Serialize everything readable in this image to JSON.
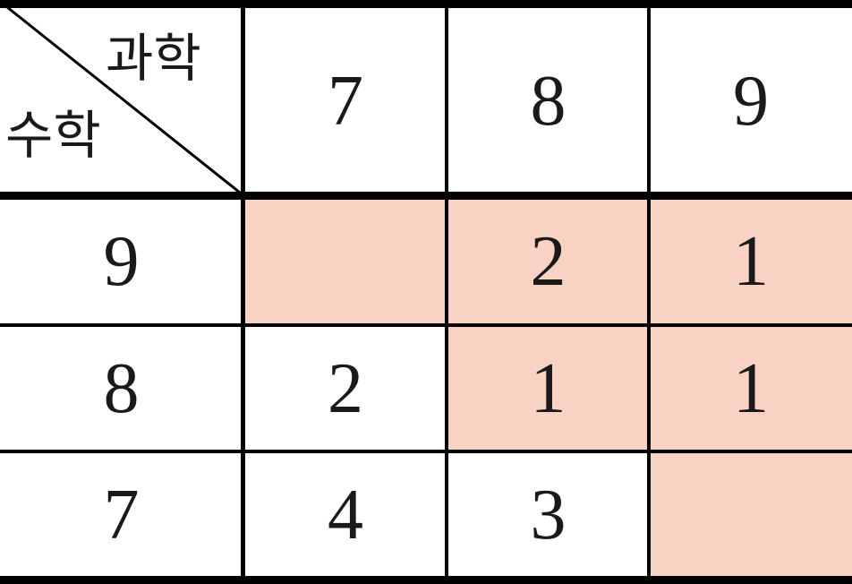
{
  "table": {
    "corner": {
      "column_header_label": "과학",
      "row_header_label": "수학"
    },
    "column_headers": [
      "7",
      "8",
      "9"
    ],
    "rows": [
      {
        "header": "9",
        "cells": [
          "",
          "2",
          "1"
        ],
        "highlighted": [
          true,
          true,
          true
        ]
      },
      {
        "header": "8",
        "cells": [
          "2",
          "1",
          "1"
        ],
        "highlighted": [
          false,
          true,
          true
        ]
      },
      {
        "header": "7",
        "cells": [
          "4",
          "3",
          ""
        ],
        "highlighted": [
          false,
          false,
          true
        ]
      }
    ],
    "highlight_color": "#f8d3c4"
  }
}
